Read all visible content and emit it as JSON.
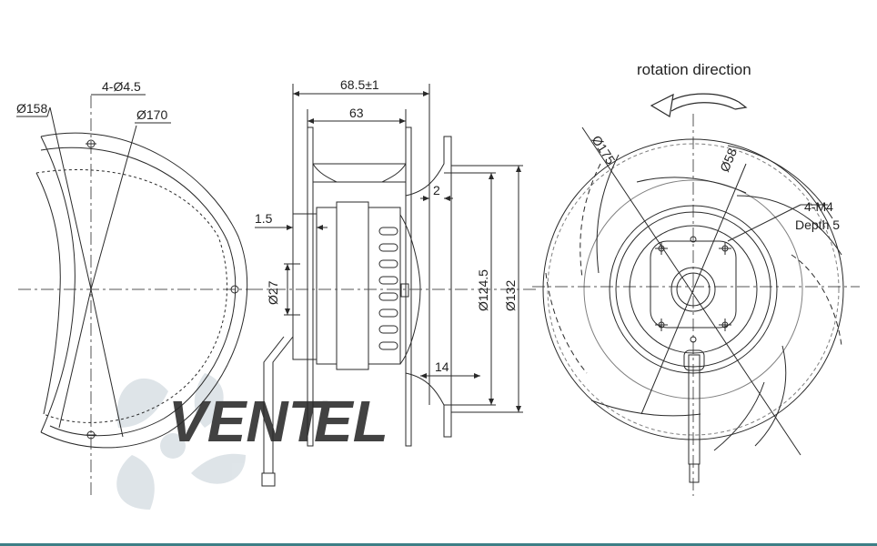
{
  "colors": {
    "line": "#2a2a2a",
    "center_line": "#555555",
    "watermark": "#cfd8de",
    "watermark_el": "#a9c7da",
    "bottom_bar": "#3d7f86"
  },
  "watermark": {
    "text_main": "VENT",
    "text_tail": "EL",
    "icon": "fan-logo-icon"
  },
  "left_view": {
    "hole_callout": "4-Ø4.5",
    "outer_inner_dia": "Ø158",
    "outer_dia": "Ø170"
  },
  "side_view": {
    "overall_length": "68.5±1",
    "body_length": "63",
    "flange_thickness": "1.5",
    "hub_dia": "Ø27",
    "gap": "2",
    "inlet_depth": "14",
    "inner_inlet_dia": "Ø124.5",
    "outer_inlet_dia": "Ø132"
  },
  "front_view": {
    "rotation_label": "rotation direction",
    "impeller_dia": "Ø175",
    "bolt_circle_dia": "Ø58",
    "thread_callout": "4-M4",
    "depth_callout": "Depth 5",
    "arrow_icon": "rotation-arrow-icon"
  }
}
